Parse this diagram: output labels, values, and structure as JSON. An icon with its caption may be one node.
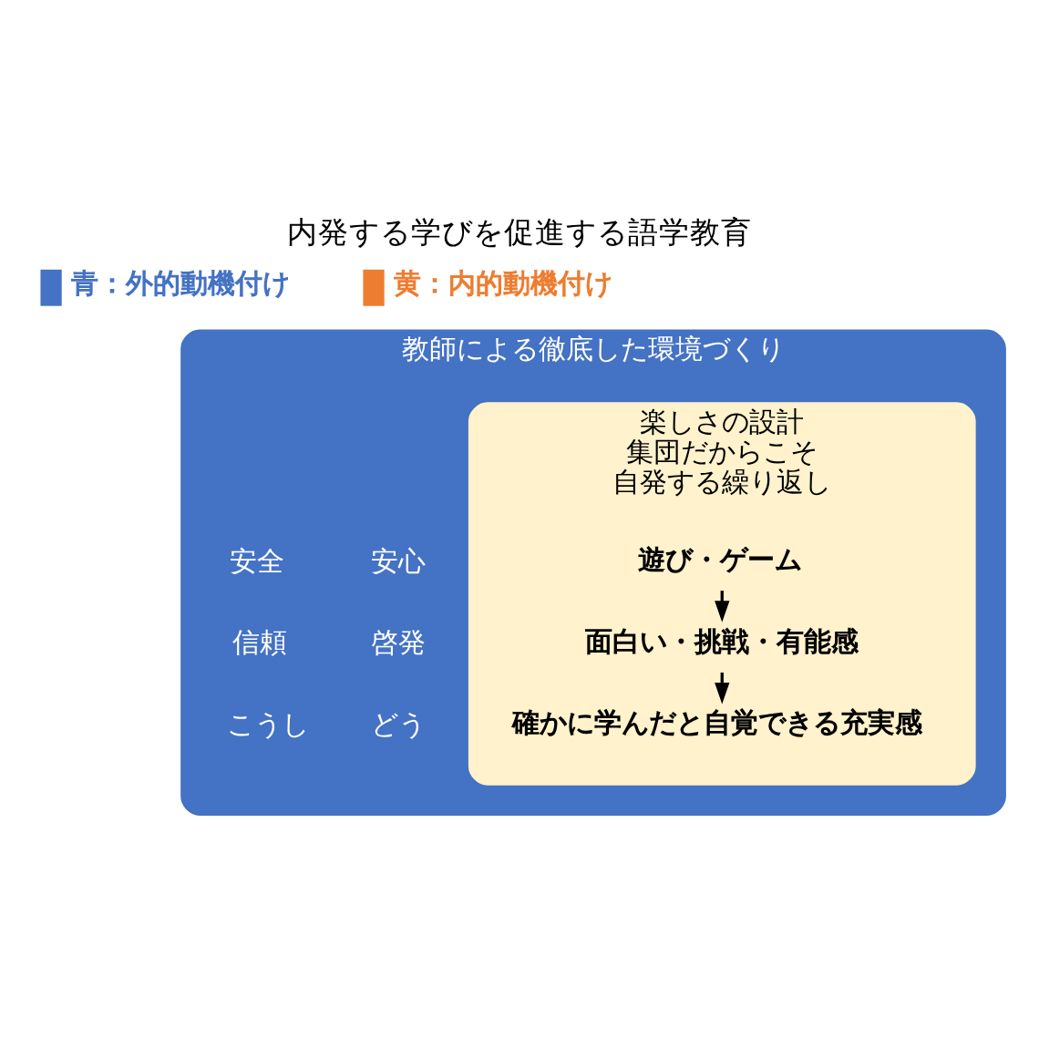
{
  "diagram": {
    "title": "内発する学びを促進する語学教育",
    "nodes": [
      {
        "text": [
          "教師による徹底した環境づくり"
        ]
      },
      {
        "text": [
          "楽しさの設計",
          "集団だからこそ",
          "自発する繰り返し"
        ],
        "in": 0
      },
      {
        "text": [
          "遊び・ゲーム"
        ],
        "in": 1
      },
      {
        "text": [
          "面白い・挑戦・有能感"
        ],
        "in": 1
      },
      {
        "text": [
          "確かに学んだと自覚できる充実感"
        ],
        "in": 1
      }
    ],
    "edges": [
      {
        "from": 2,
        "to": 3,
        "arrow": "to"
      },
      {
        "from": 3,
        "to": 4,
        "arrow": "to"
      }
    ],
    "labels": [
      "安全",
      "安心",
      "信頼",
      "啓発",
      "こうし",
      "どう"
    ],
    "legend": [
      {
        "text": "青：外的動機付け",
        "color": "#4472c4"
      },
      {
        "text": "黄：内的動機付け",
        "color": "#ed7d31"
      }
    ]
  }
}
